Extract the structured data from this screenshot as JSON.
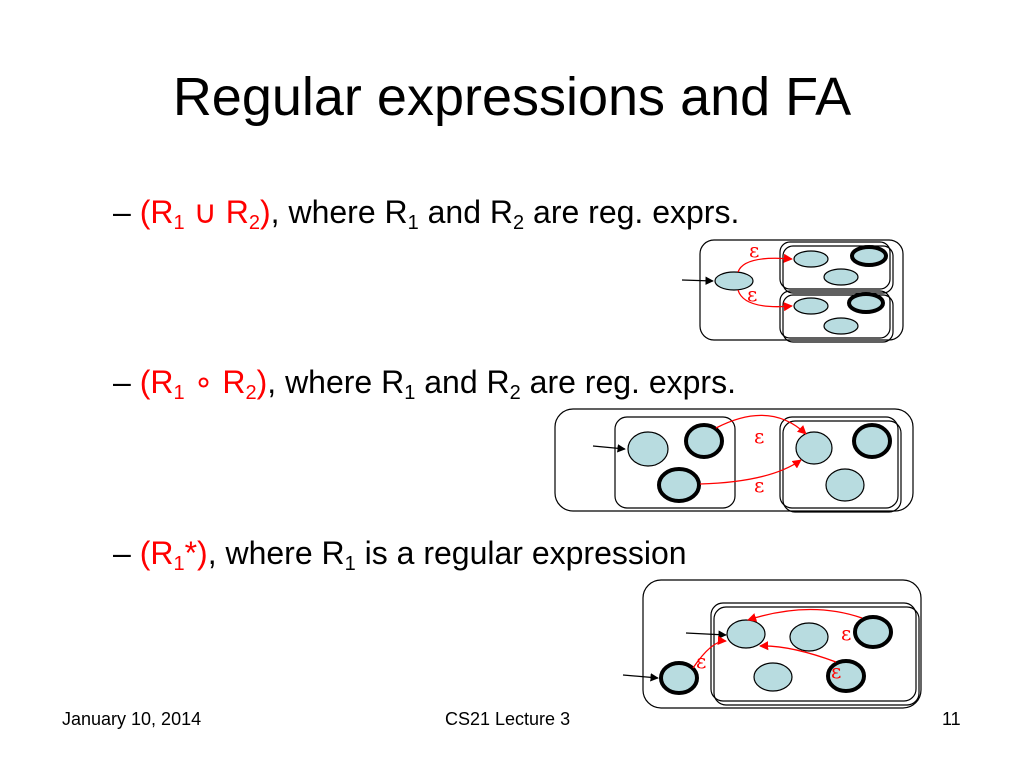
{
  "slide": {
    "title": "Regular expressions and FA",
    "bullets": [
      {
        "dash": "– ",
        "open": "(R",
        "sub1": "1",
        "op": " ∪ R",
        "sub2": "2",
        "close": ")",
        "mid1": ", where R",
        "sub3": "1",
        "mid2": " and R",
        "sub4": "2",
        "tail": " are reg. exprs."
      },
      {
        "dash": "– ",
        "open": "(R",
        "sub1": "1",
        "op": " ∘ R",
        "sub2": "2",
        "close": ")",
        "mid1": ", where R",
        "sub3": "1",
        "mid2": " and R",
        "sub4": "2",
        "tail": " are reg. exprs."
      },
      {
        "dash": "– ",
        "open": "(R",
        "sub1": "1",
        "close": "*)",
        "mid1": ", where R",
        "sub3": "1",
        "tail": " is a regular expression"
      }
    ],
    "epsilon": "ε",
    "footer": {
      "date": "January 10,  2014",
      "course": "CS21 Lecture 3",
      "page": "11"
    }
  },
  "colors": {
    "accent": "#ff0000",
    "state_fill": "#b8dce0",
    "text": "#000000"
  }
}
